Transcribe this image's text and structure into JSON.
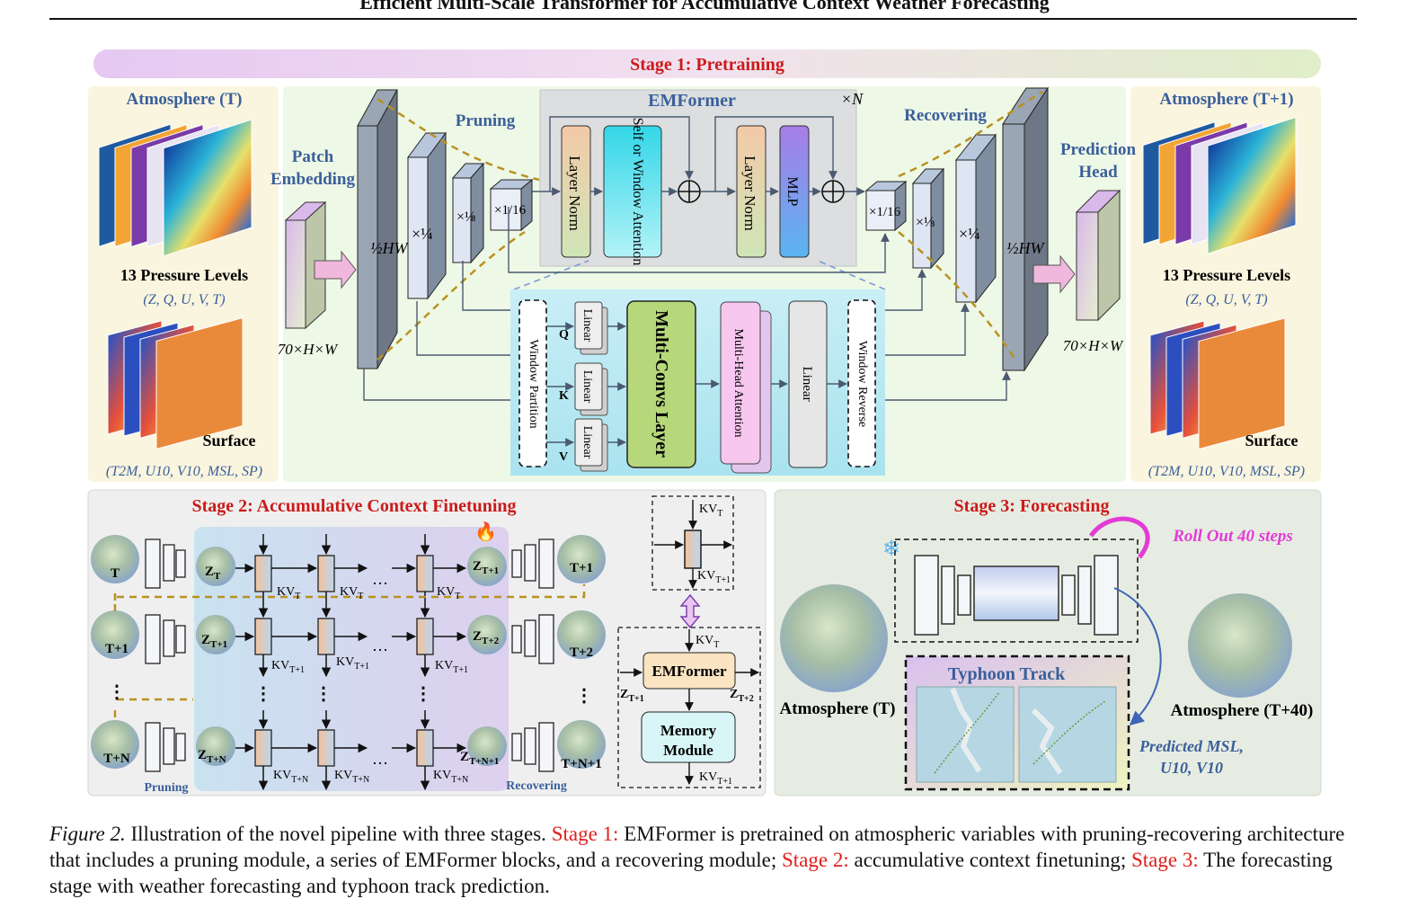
{
  "page": {
    "running_title": "Efficient Multi-Scale Transformer for Accumulative Context Weather Forecasting"
  },
  "figure": {
    "stage1": {
      "banner": "Stage 1: Pretraining",
      "atmosphere_in": "Atmosphere (T)",
      "atmosphere_out": "Atmosphere (T+1)",
      "pressure_levels": "13 Pressure Levels",
      "pressure_vars": "(Z, Q, U, V, T)",
      "surface": "Surface",
      "surface_vars": "(T2M, U10, V10, MSL, SP)",
      "patch_embedding_1": "Patch",
      "patch_embedding_2": "Embedding",
      "input_dims": "70×H×W",
      "output_dims": "70×H×W",
      "half_hw": "HW",
      "quarter": "×",
      "pruning": "Pruning",
      "recovering": "Recovering",
      "prediction_head_1": "Prediction",
      "prediction_head_2": "Head",
      "emformer": "EMFormer",
      "times_n": "×N",
      "layer_norm": "Layer Norm",
      "self_attention": "Self or Window Attention",
      "mlp": "MLP",
      "window_partition": "Window Partition",
      "window_reverse": "Window Reverse",
      "linear": "Linear",
      "q": "Q",
      "k": "K",
      "v": "V",
      "multi_convs": "Multi-Convs Layer",
      "multi_head": "Multi-Head Attention"
    },
    "stage2": {
      "title": "Stage 2: Accumulative Context Finetuning",
      "t_labels": [
        "T",
        "T+1",
        "T+N"
      ],
      "t_out_labels": [
        "T+1",
        "T+2",
        "T+N+1"
      ],
      "z_in": [
        "Z",
        "Z",
        "Z"
      ],
      "z_in_sub": [
        "T",
        "T+1",
        "T+N"
      ],
      "z_out": [
        "Z",
        "Z",
        "Z"
      ],
      "z_out_sub": [
        "T+1",
        "T+2",
        "T+N+1"
      ],
      "kv": "KV",
      "kv_subs": [
        "T",
        "T+1",
        "T+N"
      ],
      "pruning": "Pruning",
      "recovering": "Recovering",
      "emformer": "EMFormer",
      "memory_1": "Memory",
      "memory_2": "Module"
    },
    "stage3": {
      "title": "Stage 3: Forecasting",
      "roll_out": "Roll Out 40 steps",
      "typhoon": "Typhoon Track",
      "atm_in": "Atmosphere (T)",
      "atm_out": "Atmosphere (T+40)",
      "predicted_1": "Predicted MSL,",
      "predicted_2": "U10, V10"
    }
  },
  "caption": {
    "label": "Figure 2.",
    "part1": " Illustration of the novel pipeline with three stages. ",
    "stage1": "Stage 1:",
    "part2": " EMFormer is pretrained on atmospheric variables with pruning-recovering architecture that includes a pruning module, a series of EMFormer blocks, and a recovering module; ",
    "stage2": "Stage 2:",
    "part3": " accumulative context finetuning; ",
    "stage3": "Stage 3:",
    "part4": " The forecasting stage with weather forecasting and typhoon track prediction."
  },
  "colors": {
    "title_red": "#cc1a1a",
    "label_blue": "#3a5f9a",
    "stage3_magenta": "#e23bd6",
    "caption_red": "#e0201c"
  }
}
